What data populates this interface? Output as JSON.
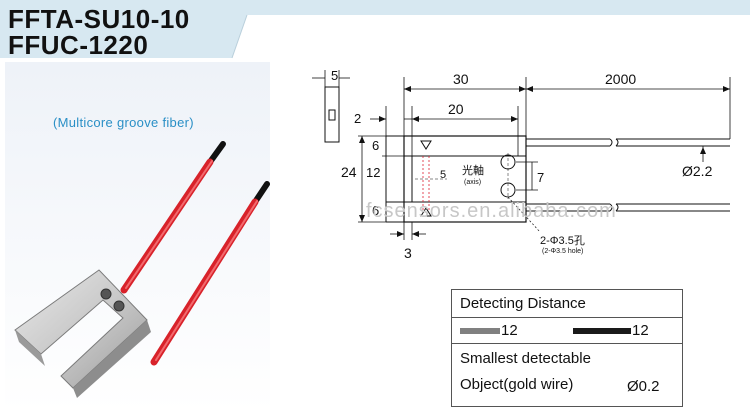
{
  "header": {
    "model_line_1": "FFTA-SU10-10",
    "model_line_2": "FFUC-1220"
  },
  "photo": {
    "caption": "(Multicore groove fiber)"
  },
  "watermark": "fcsensors.en.alibaba.com",
  "drawing": {
    "dims": {
      "width_5": "5",
      "len_30": "30",
      "len_2000": "2000",
      "len_2": "2",
      "len_20": "20",
      "h_6_top": "6",
      "h_24": "24",
      "h_12": "12",
      "h_6_bottom": "6",
      "slit_5": "5",
      "pitch_7": "7",
      "dia_cable": "Ø2.2",
      "bottom_3": "3",
      "hole_label": "2-Φ3.5孔",
      "hole_sub": "(2-Φ3.5 hole)"
    },
    "optical_axis": "光軸",
    "optical_axis_en": "(axis)"
  },
  "spec": {
    "header": "Detecting  Distance",
    "distance_1": "12",
    "distance_2": "12",
    "object_line_1": "Smallest detectable",
    "object_line_2": "Object(gold wire)",
    "object_value": "Ø0.2",
    "colors": {
      "swatch_1": "#808080",
      "swatch_2": "#1a1a1a"
    }
  }
}
